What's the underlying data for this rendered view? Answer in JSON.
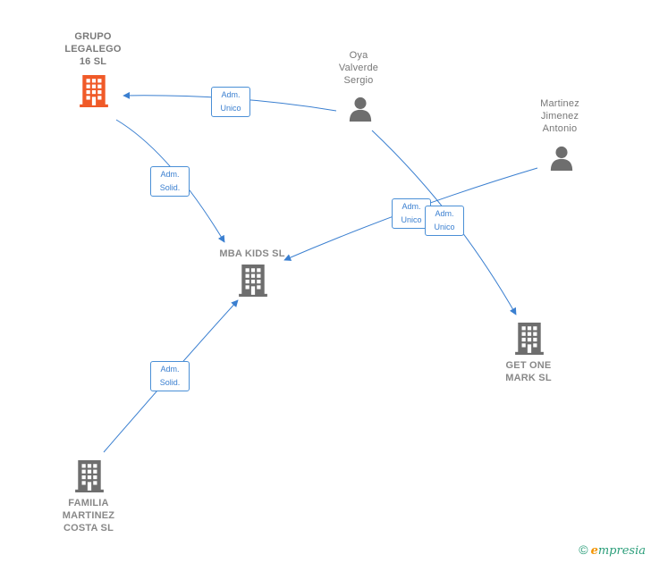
{
  "nodes": {
    "grupo": {
      "label": "GRUPO\nLEGALEGO\n16  SL",
      "icon": "building-icon",
      "color": "#f05a28"
    },
    "oya": {
      "label": "Oya\nValverde\nSergio",
      "icon": "person-icon",
      "color": "#6e6e6e"
    },
    "martinez": {
      "label": "Martinez\nJimenez\nAntonio",
      "icon": "person-icon",
      "color": "#6e6e6e"
    },
    "mba": {
      "label": "MBA KIDS  SL",
      "icon": "building-icon",
      "color": "#6e6e6e"
    },
    "getone": {
      "label": "GET ONE\nMARK  SL",
      "icon": "building-icon",
      "color": "#6e6e6e"
    },
    "familia": {
      "label": "FAMILIA\nMARTINEZ\nCOSTA  SL",
      "icon": "building-icon",
      "color": "#6e6e6e"
    }
  },
  "edges": [
    {
      "from": "oya",
      "to": "grupo",
      "line1": "Adm.",
      "line2": "Unico"
    },
    {
      "from": "grupo",
      "to": "mba",
      "line1": "Adm.",
      "line2": "Solid."
    },
    {
      "from": "martinez",
      "to": "mba",
      "line1": "Adm.",
      "line2": "Unico"
    },
    {
      "from": "oya",
      "to": "getone",
      "line1": "Adm.",
      "line2": "Unico"
    },
    {
      "from": "familia",
      "to": "mba",
      "line1": "Adm.",
      "line2": "Solid."
    }
  ],
  "colors": {
    "edge": "#3a7fd0",
    "company_main": "#f05a28",
    "node": "#6e6e6e"
  },
  "footer": {
    "copyright": "©",
    "brand_e": "e",
    "brand_rest": "mpresia"
  }
}
